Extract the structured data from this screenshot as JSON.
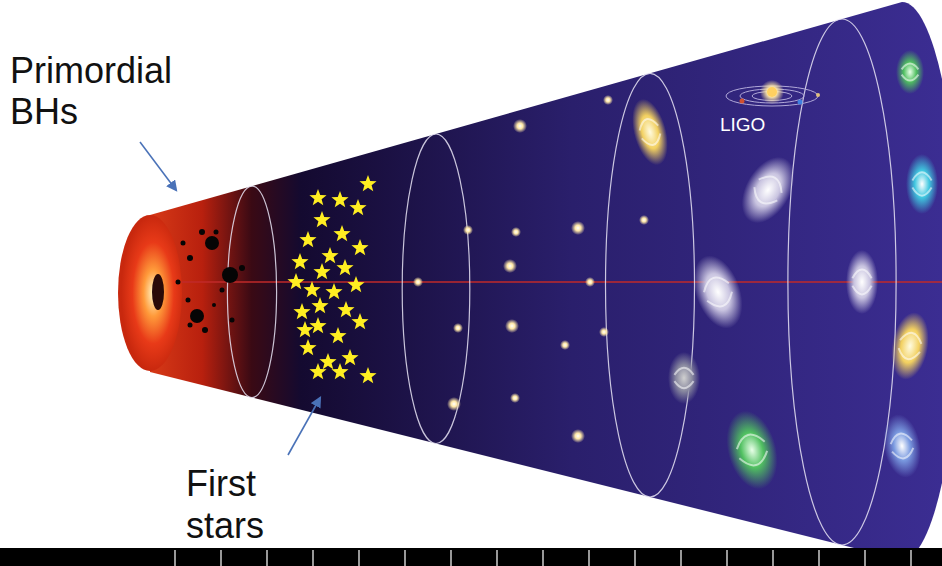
{
  "diagram": {
    "labels": [
      "Primordial BHs",
      "First stars",
      "LIGO"
    ]
  }
}
